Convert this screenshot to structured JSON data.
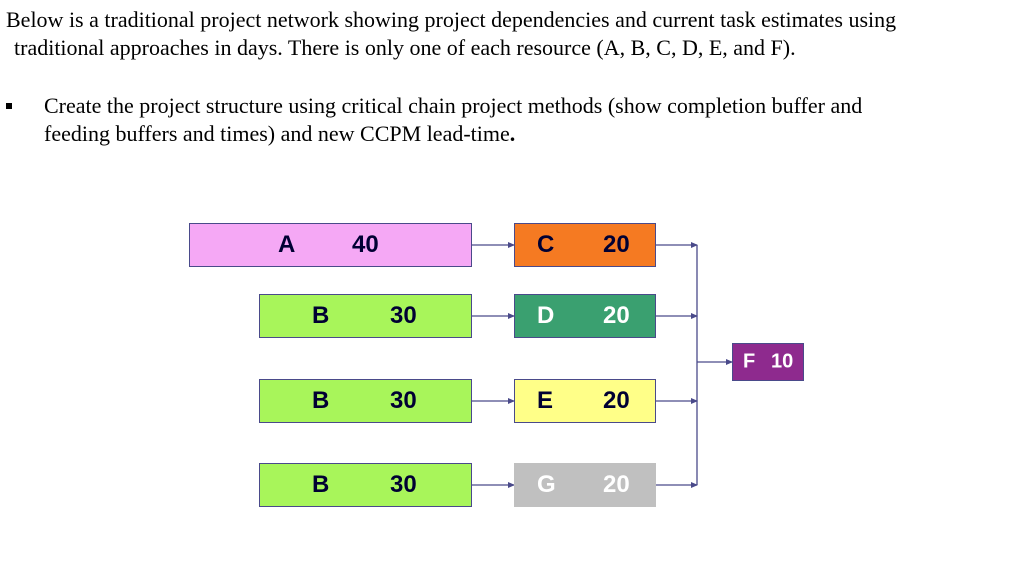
{
  "intro": {
    "line1": "Below is a traditional project network showing project dependencies and current task estimates using",
    "line2": "traditional approaches in days. There is only one of each resource (A, B, C, D, E, and F)."
  },
  "bullet": {
    "line1": "Create the project structure using critical chain project methods (show completion buffer and",
    "line2_text": "feeding buffers and times) and new CCPM lead-time",
    "line2_end": "."
  },
  "tasks": {
    "a": {
      "name": "A",
      "days": "40",
      "color": "#f5a8f5"
    },
    "b1": {
      "name": "B",
      "days": "30",
      "color": "#a8f55a"
    },
    "b2": {
      "name": "B",
      "days": "30",
      "color": "#a8f55a"
    },
    "b3": {
      "name": "B",
      "days": "30",
      "color": "#a8f55a"
    },
    "c": {
      "name": "C",
      "days": "20",
      "color": "#f57a22"
    },
    "d": {
      "name": "D",
      "days": "20",
      "color": "#3aa070"
    },
    "e": {
      "name": "E",
      "days": "20",
      "color": "#ffff88"
    },
    "g": {
      "name": "G",
      "days": "20",
      "color": "#c0c0c0"
    },
    "f": {
      "name": "F",
      "days": "10",
      "color": "#8e2a8e"
    }
  }
}
